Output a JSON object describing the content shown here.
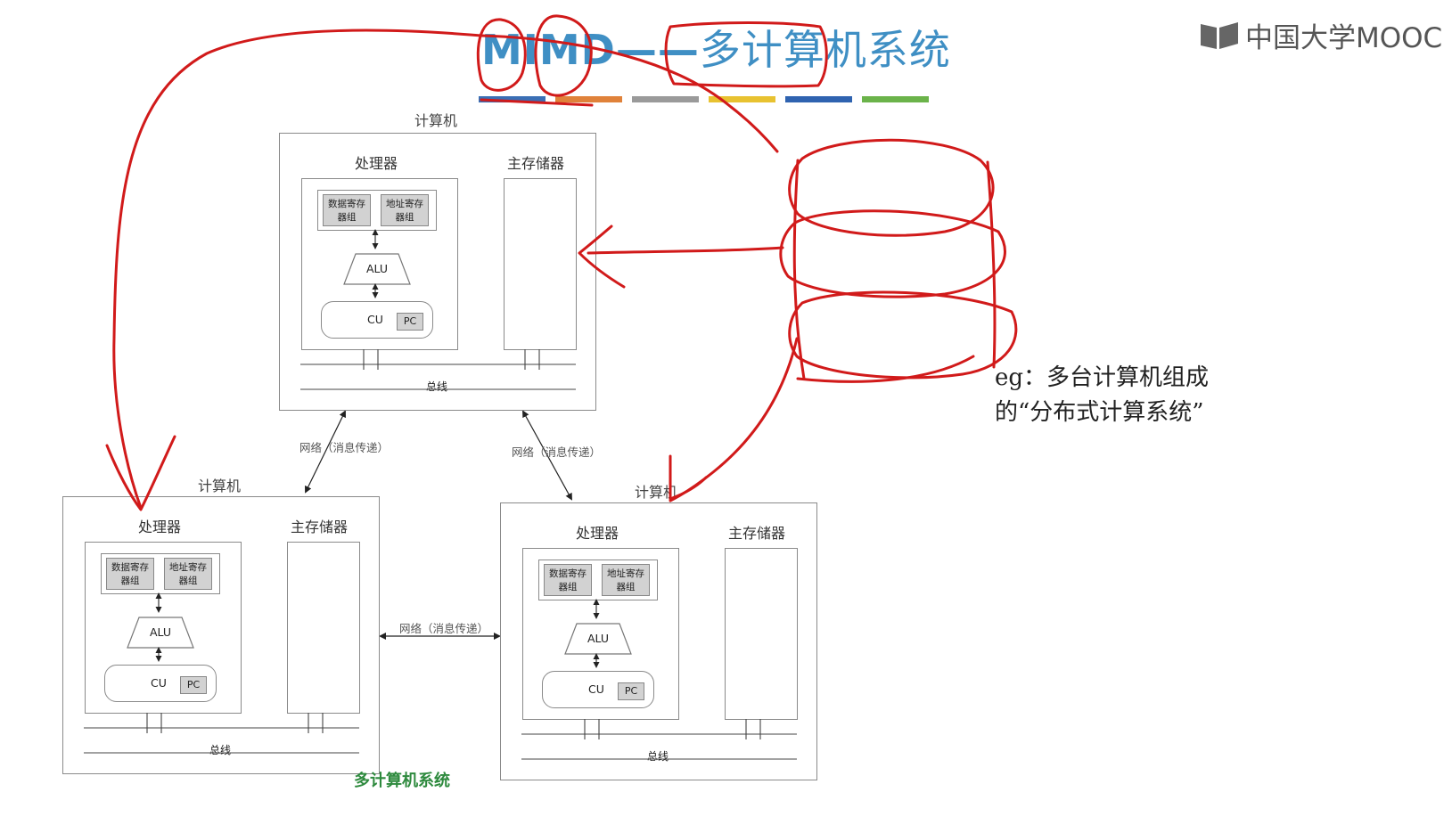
{
  "title": {
    "latin": "MIMD",
    "dash": "——",
    "chinese": "多计算机系统"
  },
  "logo_text": "中国大学MOOC",
  "color_bar_colors": [
    "#3a6fb5",
    "#e0823a",
    "#9a9a9a",
    "#e8c230",
    "#2f63b0",
    "#6bb34a"
  ],
  "computers": [
    {
      "label": "计算机",
      "processor_label": "处理器",
      "memory_label": "主存储器",
      "data_reg": "数据寄存器组",
      "addr_reg": "地址寄存器组",
      "alu": "ALU",
      "cu": "CU",
      "pc": "PC",
      "bus": "总线"
    },
    {
      "label": "计算机",
      "processor_label": "处理器",
      "memory_label": "主存储器",
      "data_reg": "数据寄存器组",
      "addr_reg": "地址寄存器组",
      "alu": "ALU",
      "cu": "CU",
      "pc": "PC",
      "bus": "总线"
    },
    {
      "label": "计算机",
      "processor_label": "处理器",
      "memory_label": "主存储器",
      "data_reg": "数据寄存器组",
      "addr_reg": "地址寄存器组",
      "alu": "ALU",
      "cu": "CU",
      "pc": "PC",
      "bus": "总线"
    }
  ],
  "network_labels": [
    "网络（消息传递）",
    "网络（消息传递）",
    "网络（消息传递）"
  ],
  "caption": "多计算机系统",
  "note": {
    "line1": "eg：多台计算机组成",
    "line2": "的“分布式计算系统”"
  },
  "annotation_color": "#d11a1a"
}
